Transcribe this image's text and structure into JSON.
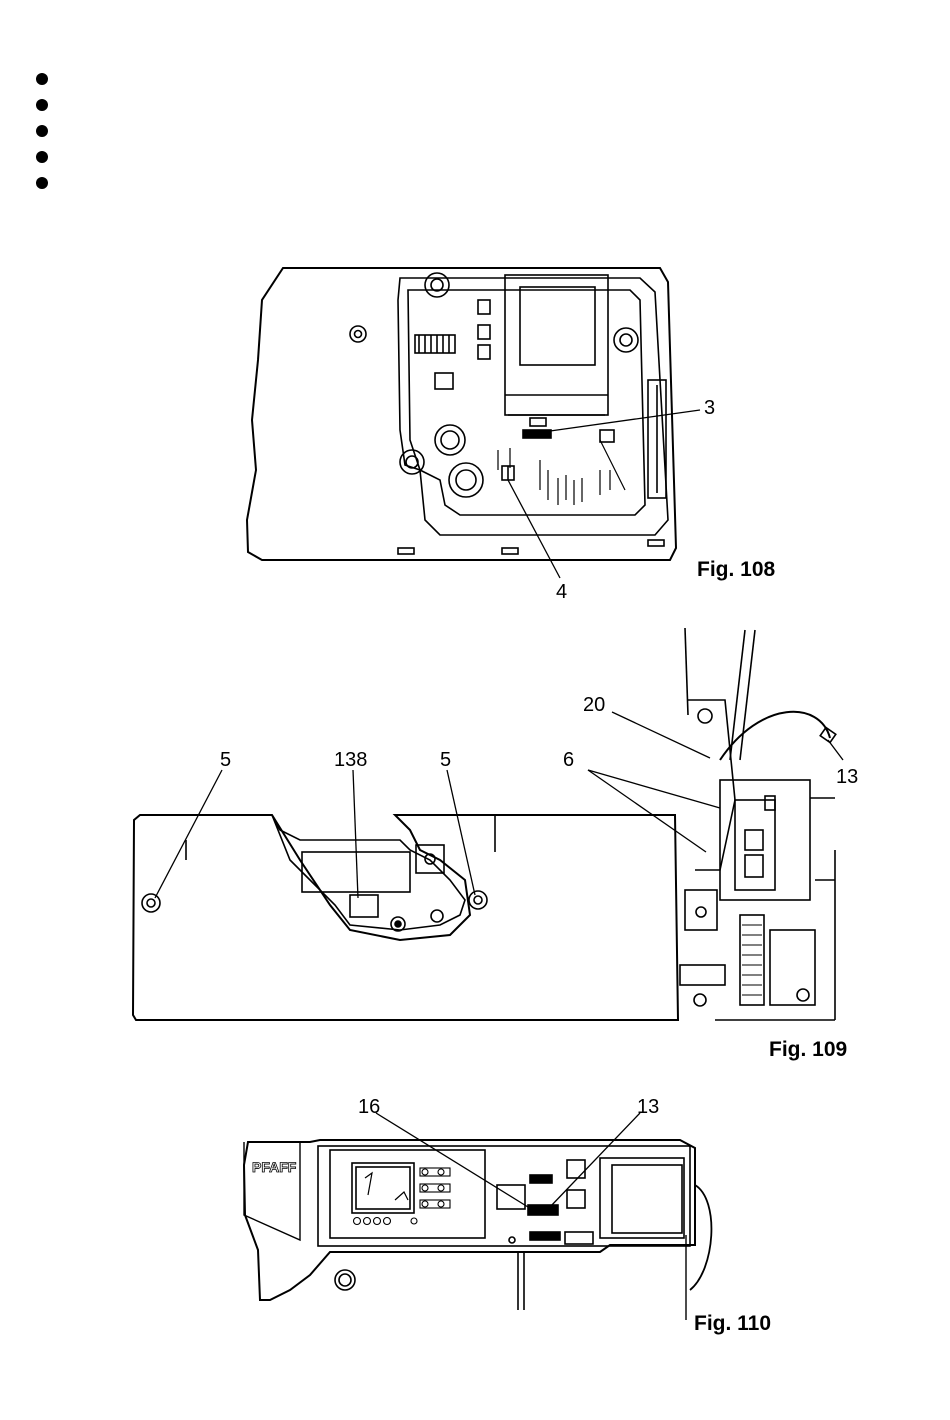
{
  "bullets": [
    "",
    "",
    "",
    "",
    ""
  ],
  "figures": [
    {
      "id": "fig108",
      "caption": "Fig. 108",
      "callouts": [
        {
          "name": "callout-3",
          "label": "3"
        },
        {
          "name": "callout-4",
          "label": "4"
        }
      ]
    },
    {
      "id": "fig109",
      "caption": "Fig. 109",
      "callouts": [
        {
          "name": "callout-20",
          "label": "20"
        },
        {
          "name": "callout-13",
          "label": "13"
        },
        {
          "name": "callout-5-left",
          "label": "5"
        },
        {
          "name": "callout-138",
          "label": "138"
        },
        {
          "name": "callout-5-right",
          "label": "5"
        },
        {
          "name": "callout-6",
          "label": "6"
        }
      ]
    },
    {
      "id": "fig110",
      "caption": "Fig. 110",
      "brand": "PFAFF",
      "callouts": [
        {
          "name": "callout-16",
          "label": "16"
        },
        {
          "name": "callout-13",
          "label": "13"
        }
      ]
    }
  ],
  "colors": {
    "ink": "#000000",
    "paper": "#ffffff",
    "shade": "#e6e6e6"
  }
}
